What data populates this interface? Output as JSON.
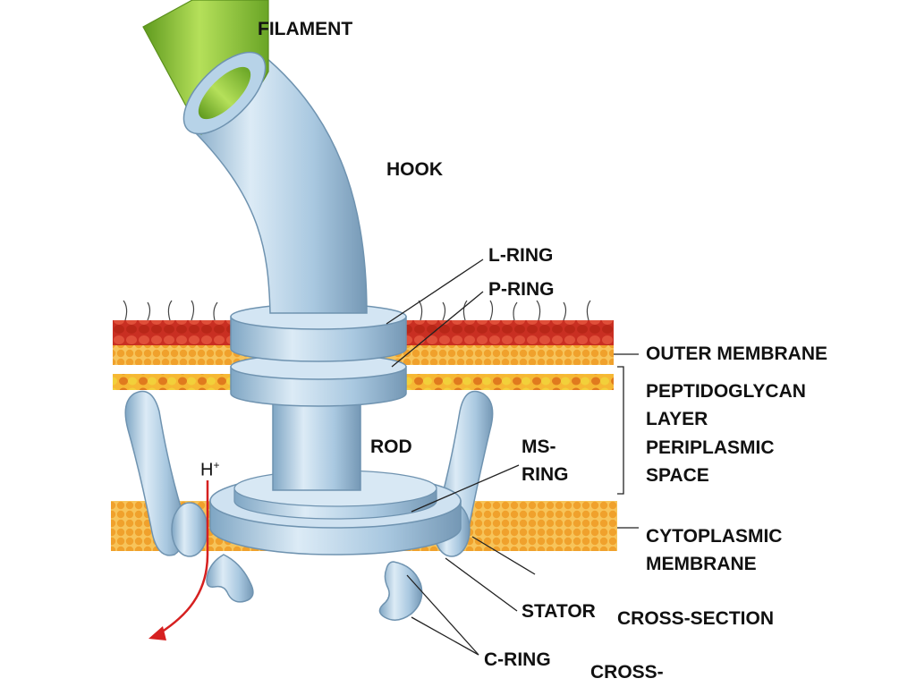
{
  "labels": {
    "filament": "FILAMENT",
    "hook": "HOOK",
    "l_ring": "L-RING",
    "p_ring": "P-RING",
    "outer_membrane": "OUTER MEMBRANE",
    "peptidoglycan_1": "PEPTIDOGLYCAN",
    "peptidoglycan_2": "LAYER",
    "periplasmic_1": "PERIPLASMIC",
    "periplasmic_2": "SPACE",
    "rod": "ROD",
    "ms_ring_1": "MS-",
    "ms_ring_2": "RING",
    "cytoplasmic_1": "CYTOPLASMIC",
    "cytoplasmic_2": "MEMBRANE",
    "stator": "STATOR",
    "cross_section": "CROSS-SECTION",
    "c_ring": "C-RING",
    "cross_2": "CROSS-",
    "proton": "H",
    "proton_sup": "+"
  },
  "colors": {
    "filament": "#8cc63f",
    "motor": "#a9c8e0",
    "outer_membrane_heads": "#d9442e",
    "lipid_tails": "#f2a93b",
    "peptidoglycan": "#f0a020",
    "proton_arrow": "#d62020"
  }
}
